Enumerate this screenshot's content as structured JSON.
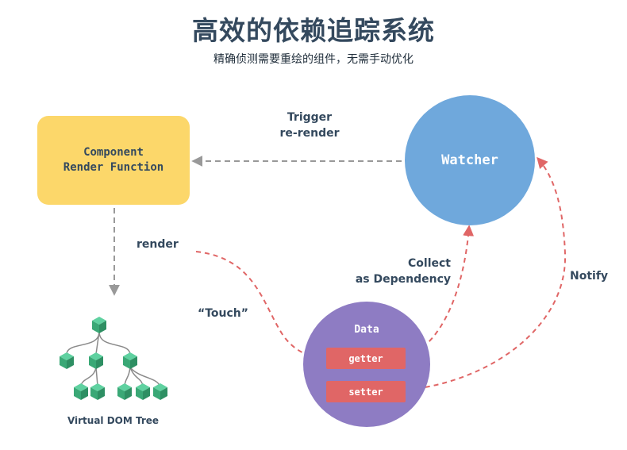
{
  "title": "高效的依赖追踪系统",
  "subtitle": "精确侦测需要重绘的组件，无需手动优化",
  "component": {
    "line1": "Component",
    "line2": "Render Function"
  },
  "watcher": {
    "label": "Watcher"
  },
  "data": {
    "label": "Data",
    "getter": "getter",
    "setter": "setter"
  },
  "labels": {
    "trigger_line1": "Trigger",
    "trigger_line2": "re-render",
    "render": "render",
    "touch": "“Touch”",
    "collect_line1": "Collect",
    "collect_line2": "as Dependency",
    "notify": "Notify"
  },
  "tree": {
    "caption": "Virtual DOM Tree"
  },
  "colors": {
    "component": "#fcd76a",
    "watcher": "#6fa8dc",
    "data": "#8e7cc3",
    "pill": "#e06666",
    "tree_node": "#41b883",
    "text": "#34495e",
    "gray_arrow": "#999999",
    "red_arrow": "#e06666"
  }
}
